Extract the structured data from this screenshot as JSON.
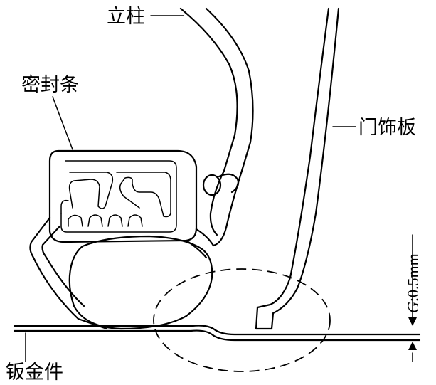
{
  "labels": {
    "pillar": "立柱",
    "seal": "密封条",
    "trim": "门饰板",
    "sheet": "钣金件"
  },
  "dimension": {
    "symbol": "G",
    "value": ":0.5mm"
  },
  "colors": {
    "line": "#000000",
    "background": "#ffffff"
  }
}
